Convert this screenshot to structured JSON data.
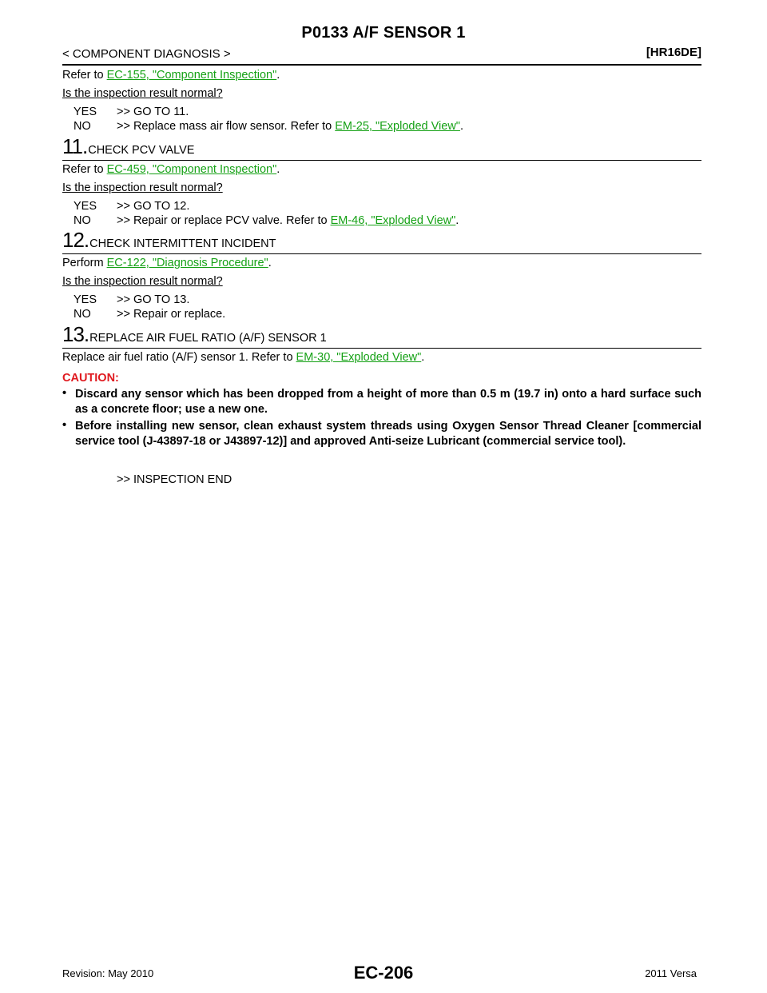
{
  "header": {
    "title": "P0133 A/F SENSOR 1",
    "section": "< COMPONENT DIAGNOSIS >",
    "engine": "[HR16DE]"
  },
  "blocks": [
    {
      "refer_prefix": "Refer to ",
      "refer_link": "EC-155, \"Component Inspection\"",
      "refer_suffix": ".",
      "question": "Is the inspection result normal?",
      "yes_key": "YES",
      "yes_val": ">> GO TO 11.",
      "no_key": "NO",
      "no_prefix": ">> Replace mass air flow sensor. Refer to ",
      "no_link": "EM-25, \"Exploded View\"",
      "no_suffix": "."
    },
    {
      "num": "11",
      "heading": "CHECK PCV VALVE",
      "refer_prefix": "Refer to ",
      "refer_link": "EC-459, \"Component Inspection\"",
      "refer_suffix": ".",
      "question": "Is the inspection result normal?",
      "yes_key": "YES",
      "yes_val": ">> GO TO 12.",
      "no_key": "NO",
      "no_prefix": ">> Repair or replace PCV valve. Refer to ",
      "no_link": "EM-46, \"Exploded View\"",
      "no_suffix": "."
    },
    {
      "num": "12",
      "heading": "CHECK INTERMITTENT INCIDENT",
      "refer_prefix": "Perform ",
      "refer_link": "EC-122, \"Diagnosis Procedure\"",
      "refer_suffix": ".",
      "question": "Is the inspection result normal?",
      "yes_key": "YES",
      "yes_val": ">> GO TO 13.",
      "no_key": "NO",
      "no_prefix": ">> Repair or replace.",
      "no_link": "",
      "no_suffix": ""
    },
    {
      "num": "13",
      "heading": "REPLACE AIR FUEL RATIO (A/F) SENSOR 1",
      "refer_prefix": "Replace air fuel ratio (A/F) sensor 1. Refer to ",
      "refer_link": "EM-30, \"Exploded View\"",
      "refer_suffix": "."
    }
  ],
  "caution": {
    "label": "CAUTION:",
    "bullet_glyph": "•",
    "items": [
      "Discard any sensor which has been dropped from a height of more than 0.5 m (19.7 in) onto a hard surface such as a concrete floor; use a new one.",
      "Before installing new sensor, clean exhaust system threads using Oxygen Sensor Thread Cleaner [commercial service tool (J-43897-18 or J43897-12)] and approved Anti-seize Lubricant (commercial service tool)."
    ]
  },
  "end_text": ">> INSPECTION END",
  "footer": {
    "page_id": "EC-206",
    "revision": "Revision: May 2010",
    "model": "2011 Versa"
  },
  "colors": {
    "link": "#15a115",
    "caution": "#e0191f"
  }
}
